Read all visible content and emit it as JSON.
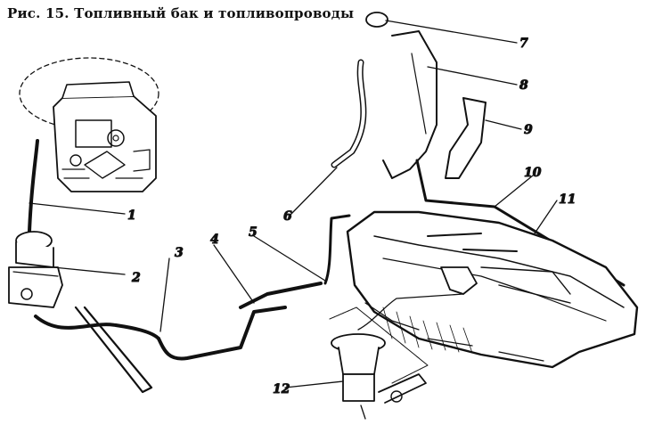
{
  "caption": "Рис. 15. Топливный бак и топливопроводы",
  "callouts": [
    {
      "id": "1",
      "label": "1"
    },
    {
      "id": "2",
      "label": "2"
    },
    {
      "id": "3",
      "label": "3"
    },
    {
      "id": "4",
      "label": "4"
    },
    {
      "id": "5",
      "label": "5"
    },
    {
      "id": "6",
      "label": "6"
    },
    {
      "id": "7",
      "label": "7"
    },
    {
      "id": "8",
      "label": "8"
    },
    {
      "id": "9",
      "label": "9"
    },
    {
      "id": "10",
      "label": "10"
    },
    {
      "id": "11",
      "label": "11"
    },
    {
      "id": "12",
      "label": "12"
    }
  ]
}
